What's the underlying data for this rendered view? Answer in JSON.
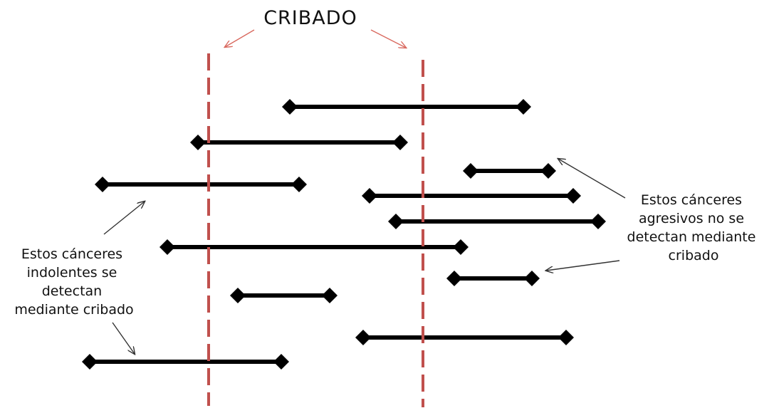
{
  "title": "CRIBADO",
  "colors": {
    "screening_line": "#c0504d",
    "screening_arrow": "#d96a60",
    "cancer_bar": "#000000",
    "annotation_arrow": "#333333",
    "text": "#111111"
  },
  "annotations": {
    "indolent": [
      "Estos cánceres",
      "indolentes se",
      "detectan",
      "mediante cribado"
    ],
    "aggressive": [
      "Estos cánceres",
      "agresivos no se",
      "detectan mediante",
      "cribado"
    ]
  },
  "screening_rounds": [
    {
      "name": "screening-line-1"
    },
    {
      "name": "screening-line-2"
    }
  ],
  "cancers": [
    {
      "type": "detected"
    },
    {
      "type": "detected"
    },
    {
      "type": "aggressive"
    },
    {
      "type": "indolent"
    },
    {
      "type": "detected"
    },
    {
      "type": "detected"
    },
    {
      "type": "detected"
    },
    {
      "type": "aggressive"
    },
    {
      "type": "not-exposed"
    },
    {
      "type": "detected"
    },
    {
      "type": "indolent"
    }
  ]
}
